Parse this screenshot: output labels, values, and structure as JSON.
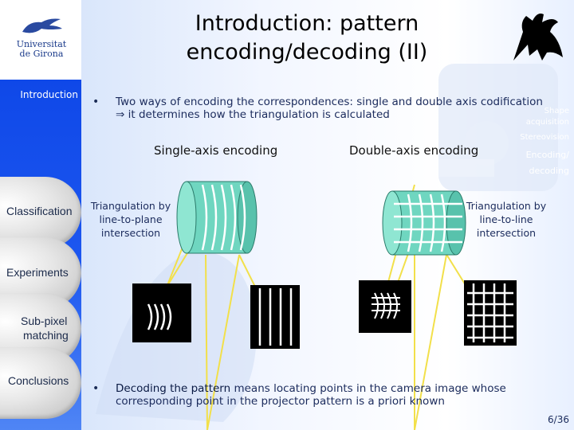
{
  "sidebar": {
    "logo_line1": "Universitat",
    "logo_line2": "de Girona",
    "intro": "Introduction",
    "sub_shape": "Shape",
    "sub_acq": "acquisition",
    "sub_stereo": "Stereovision",
    "sub_enc": "Encoding/",
    "sub_dec": "decoding",
    "classification": "Classification",
    "experiments": "Experiments",
    "subpixel1": "Sub-pixel",
    "subpixel2": "matching",
    "conclusions": "Conclusions"
  },
  "title_line1": "Introduction: pattern",
  "title_line2": "encoding/decoding (II)",
  "bullet1_line1": "Two ways of encoding the correspondences: single and double axis codification",
  "bullet1_line2": "⇒ it determines how the triangulation is calculated",
  "heading_single": "Single-axis encoding",
  "heading_double": "Double-axis encoding",
  "left_caption": [
    "Triangulation by",
    "line-to-plane",
    "intersection"
  ],
  "right_caption": [
    "Triangulation by",
    "line-to-line",
    "intersection"
  ],
  "bullet2_bold": "Decoding the pattern",
  "bullet2_rest": " means locating points in the camera image whose",
  "bullet2_line2": "corresponding point in the projector pattern is a priori known",
  "page_number": "6/36",
  "colors": {
    "sidebar_blue": "#1d57f0",
    "cylinder": "#6fd6c0",
    "ray": "#f2e04a"
  }
}
